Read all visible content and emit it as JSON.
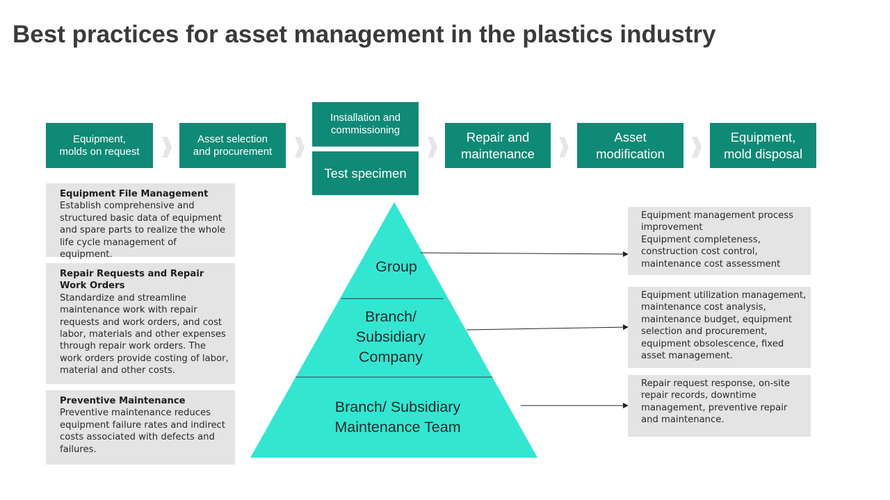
{
  "title": "Best practices for asset management in the plastics industry",
  "colors": {
    "step_bg": "#0f8a76",
    "pyramid": "#33e6d2",
    "box_bg": "#e4e4e4",
    "chevron": "#e6e6e6"
  },
  "process_steps": [
    {
      "label": "Equipment,\nmolds on request"
    },
    {
      "label": "Asset selection\nand procurement"
    },
    {
      "label": "Installation and\ncommissioning"
    },
    {
      "label": "Test specimen"
    },
    {
      "label": "Repair and\nmaintenance"
    },
    {
      "label": "Asset\nmodification"
    },
    {
      "label": "Equipment,\nmold disposal"
    }
  ],
  "left_boxes": [
    {
      "title": "Equipment File Management",
      "body": "Establish comprehensive and structured basic data of equipment and spare parts to realize the whole life cycle management of equipment."
    },
    {
      "title": "Repair Requests and Repair Work Orders",
      "body": "Standardize and streamline maintenance work with repair requests and work orders, and cost labor, materials and other expenses through repair work orders. The work orders provide costing of labor, material and other costs."
    },
    {
      "title": "Preventive Maintenance",
      "body": "Preventive maintenance reduces equipment failure rates and indirect costs associated with defects and failures."
    }
  ],
  "pyramid_levels": [
    {
      "label": "Group"
    },
    {
      "label": "Branch/\nSubsidiary\nCompany"
    },
    {
      "label": "Branch/ Subsidiary\nMaintenance Team"
    }
  ],
  "right_boxes": [
    {
      "text": "Equipment management process improvement\nEquipment completeness, construction cost control, maintenance cost assessment"
    },
    {
      "text": "Equipment utilization management, maintenance cost analysis, maintenance budget, equipment selection and procurement, equipment obsolescence, fixed asset management."
    },
    {
      "text": "Repair request response, on-site repair records, downtime management, preventive repair and maintenance."
    }
  ]
}
